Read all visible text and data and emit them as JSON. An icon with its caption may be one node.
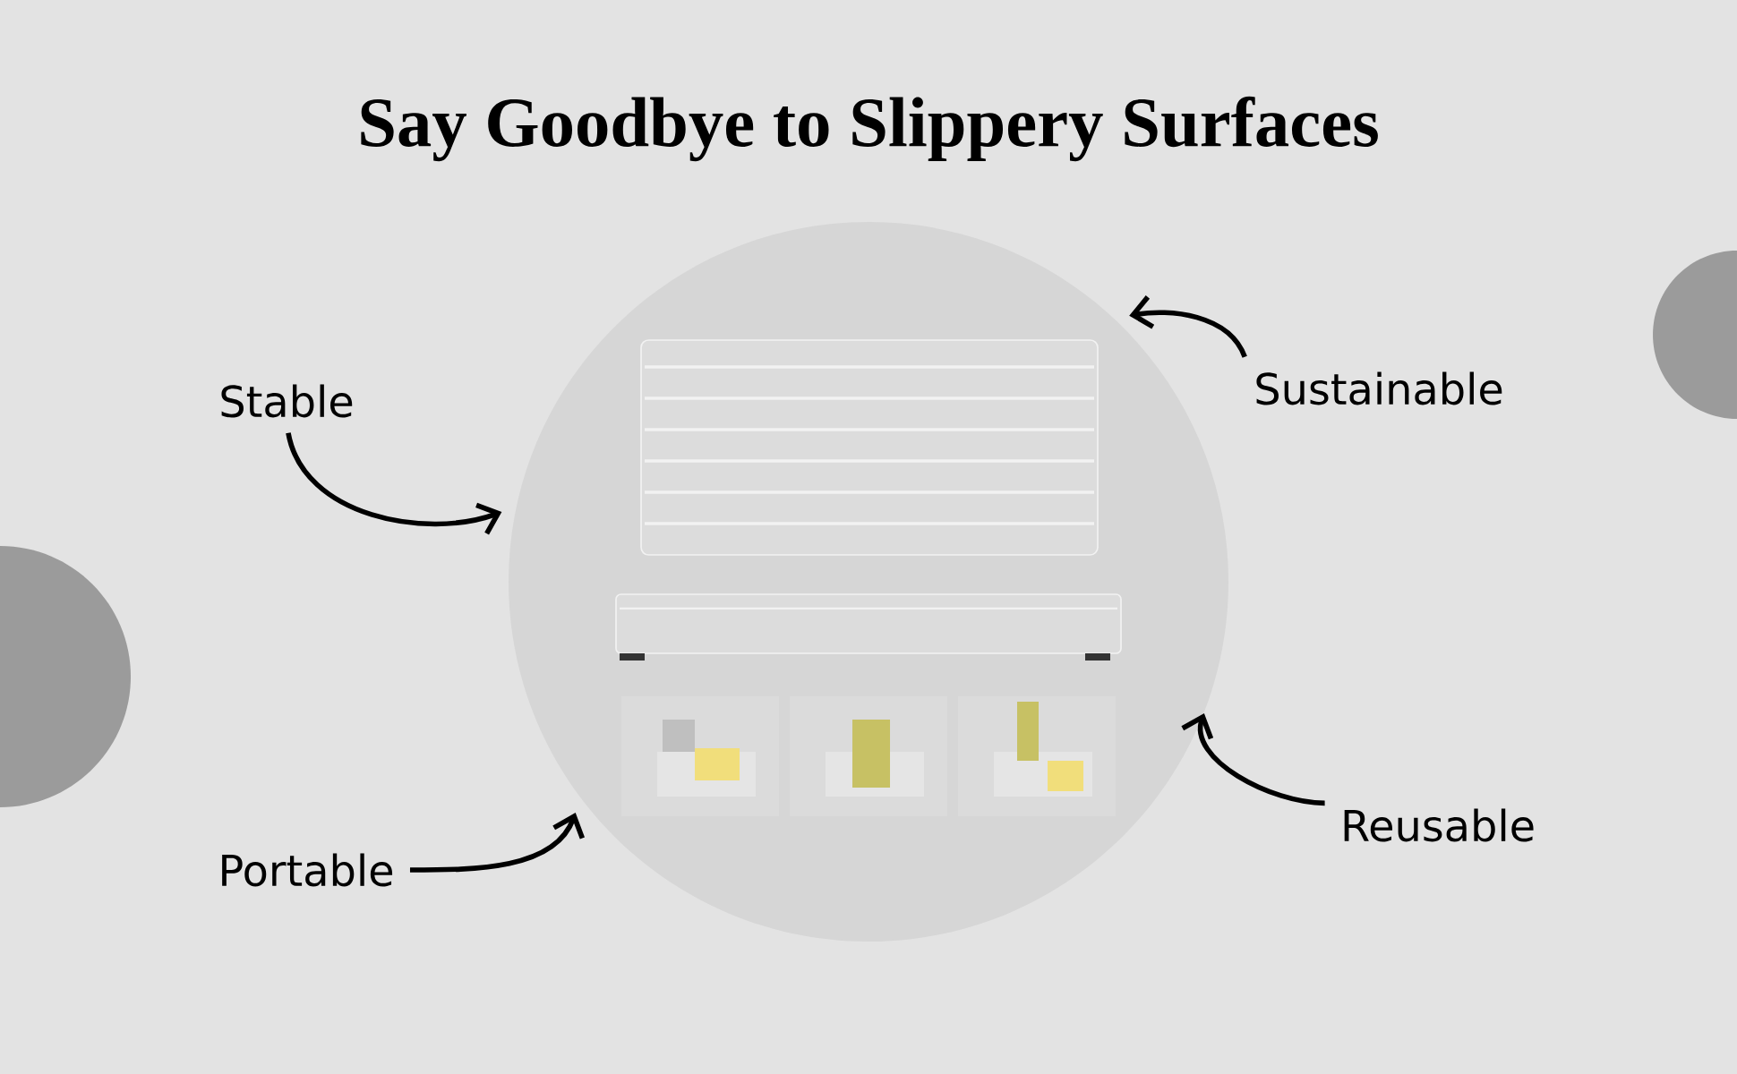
{
  "diagram": {
    "title": "Say Goodbye to Slippery Surfaces",
    "nodes": [
      {
        "text": [
          "Stable"
        ]
      },
      {
        "text": [
          "Sustainable"
        ]
      },
      {
        "text": [
          "Portable"
        ]
      },
      {
        "text": [
          "Reusable"
        ]
      },
      {
        "text": [],
        "shape": "picture"
      },
      {
        "text": [],
        "shape": "circle"
      },
      {
        "text": [],
        "shape": "circle"
      }
    ],
    "edges": [
      {
        "from": 0,
        "to": 4,
        "arrow": "to"
      },
      {
        "from": 1,
        "to": 4,
        "arrow": "to"
      },
      {
        "from": 2,
        "to": 4,
        "arrow": "to"
      },
      {
        "from": 3,
        "to": 4,
        "arrow": "to"
      }
    ]
  }
}
